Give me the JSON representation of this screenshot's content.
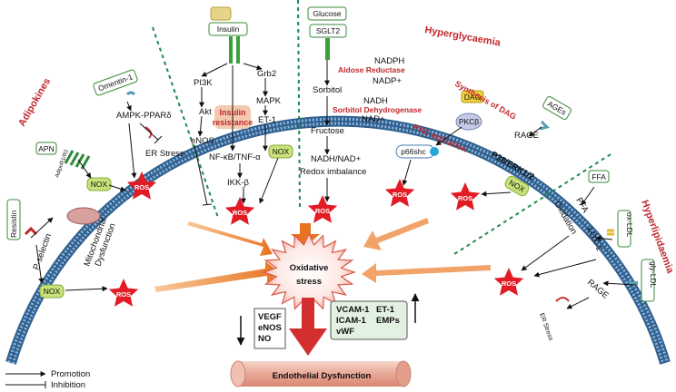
{
  "regions": {
    "adipokines": "Adipokines",
    "hyperglycaemia": "Hyperglycaemia",
    "hyperlipidaemia": "Hyperlipidaemia"
  },
  "receptors": {
    "insulin": "Insulin",
    "glucose": "Glucose",
    "sglt2": "SGLT2",
    "omentin": "Omentin-1",
    "apn": "APN",
    "adipor": "AdipoR1/R2",
    "resistin": "Resistin",
    "ages": "AGEs",
    "ffa_box": "FFA",
    "oxldl": "ox-LDL",
    "glyldl": "gly-LDL"
  },
  "labels": {
    "ampk": "AMPK-PPARδ",
    "er_stress1": "ER Stress",
    "nox": "NOX",
    "ros": "ROS",
    "pselectin": "P-selectin",
    "mito1": "Mitochondrial",
    "mito2": "Dysfunction",
    "pi3k": "PI3K",
    "akt": "Akt",
    "enos": "eNOS",
    "grb2": "Grb2",
    "mapk": "MAPK",
    "et1": "ET-1",
    "insres1": "Insulin",
    "insres2": "resistance",
    "nfkb": "NF-κB/TNF-α",
    "ikkb": "IKK-β",
    "nadph": "NADPH",
    "aldose": "Aldose Reductase",
    "nadp": "NADP+",
    "sorbitol": "Sorbitol",
    "nadh1": "NADH",
    "sorbdh": "Sorbitol Dehydrogenase",
    "nadplus": "NAD+",
    "fructose": "Fructose",
    "nadhnad": "NADH/NAD+",
    "redox": "Redox imbalance",
    "dag": "DAG",
    "syndag": "Synthesis of DAG",
    "pkcb": "PKCβ",
    "pkcact": "PKC activation",
    "p66": "p66shc",
    "rage": "RAGE",
    "p38": "P38/ERK1/2",
    "ffa": "FFA",
    "oxidation": "Oxidation",
    "lox1": "LOX-1",
    "rage2": "RAGE",
    "er_stress2": "ER Stress",
    "ox1": "Oxidative",
    "ox2": "stress",
    "vegf": "VEGF",
    "enos2": "eNOS",
    "no": "NO",
    "vcam": "VCAM-1",
    "icam": "ICAM-1",
    "vwf": "vWF",
    "et1b": "ET-1",
    "emps": "EMPs",
    "endo": "Endothelial Dysfunction",
    "promotion": "Promotion",
    "inhibition": "Inhibition"
  }
}
